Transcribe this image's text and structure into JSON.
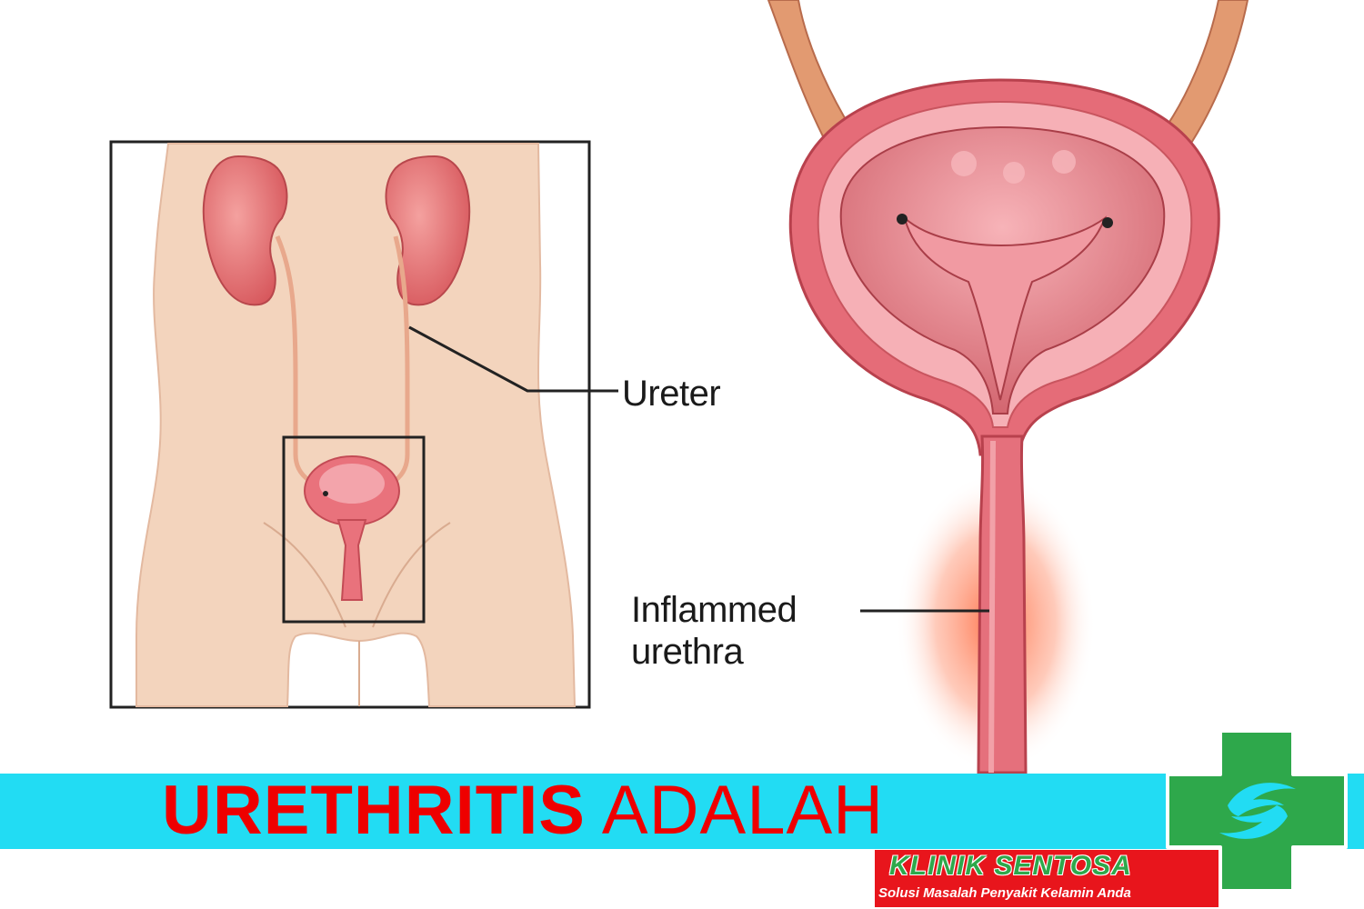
{
  "labels": {
    "ureter": "Ureter",
    "inflamed_line1": "Inflammed",
    "inflamed_line2": "urethra"
  },
  "banner": {
    "title_bold": "URETHRITIS",
    "title_regular": "ADALAH"
  },
  "clinic": {
    "name": "KLINIK SENTOSA",
    "tagline": "Solusi Masalah Penyakit Kelamin Anda"
  },
  "icons": [
    "medical-cross-logo-icon",
    "helping-hands-icon"
  ],
  "colors": {
    "banner": "#22dcf3",
    "title": "#ee0000",
    "clinic_box": "#e8151c",
    "logo_green": "#2ea84b",
    "skin": "#f3d4bd",
    "organ": "#e96f79"
  }
}
